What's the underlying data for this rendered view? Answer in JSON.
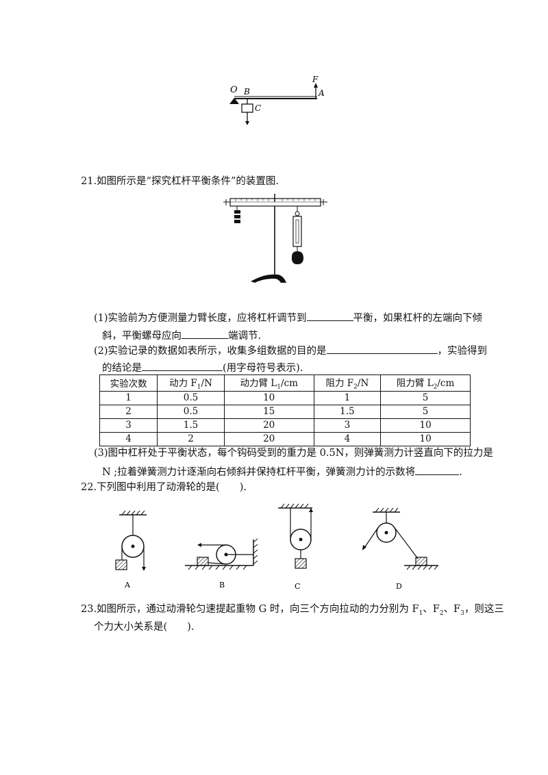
{
  "fig_top": {
    "labels": {
      "O": "O",
      "B": "B",
      "C": "C",
      "F": "F",
      "A": "A"
    }
  },
  "q21": {
    "title": "21.如图所示是“探究杠杆平衡条件”的装置图.",
    "p1_a": "(1)实验前为方便测量力臂长度，应将杠杆调节到",
    "p1_b": "平衡，如果杠杆的左端向下倾",
    "p1_c": "斜，平衡螺母应向",
    "p1_d": "端调节.",
    "p2_a": "(2)实验记录的数据如表所示，收集多组数据的目的是",
    "p2_b": "，实验得到",
    "p2_c": "的结论是",
    "p2_d": "(用字母符号表示).",
    "table": {
      "headers": [
        "实验次数",
        "动力 F",
        "动力臂 L",
        "阻力 F",
        "阻力臂 L"
      ],
      "header_subs": [
        "",
        "1",
        "1",
        "2",
        "2"
      ],
      "header_units": [
        "",
        "/N",
        "/cm",
        "/N",
        "/cm"
      ],
      "rows": [
        [
          "1",
          "0.5",
          "10",
          "1",
          "5"
        ],
        [
          "2",
          "0.5",
          "15",
          "1.5",
          "5"
        ],
        [
          "3",
          "1.5",
          "20",
          "3",
          "10"
        ],
        [
          "4",
          "2",
          "20",
          "4",
          "10"
        ]
      ]
    },
    "p3_a": "(3)图中杠杆处于平衡状态，每个钩码受到的重力是 0.5N，则弹簧测力计竖直向下的拉力是",
    "p3_b": "N ;拉着弹簧测力计逐渐向右倾斜并保持杠杆平衡，弹簧测力计的示数将",
    "p3_c": "."
  },
  "q22": {
    "title": "22.下列图中利用了动滑轮的是(　　).",
    "labels": [
      "A",
      "B",
      "C",
      "D"
    ]
  },
  "q23": {
    "line1": "23.如图所示，通过动滑轮匀速提起重物 G 时，向三个方向拉动的力分别为 F",
    "s1": "1",
    "sep1": "、F",
    "s2": "2",
    "sep2": "、F",
    "s3": "3",
    "line1_end": "，则这三",
    "line2": "个力大小关系是(　　)."
  }
}
